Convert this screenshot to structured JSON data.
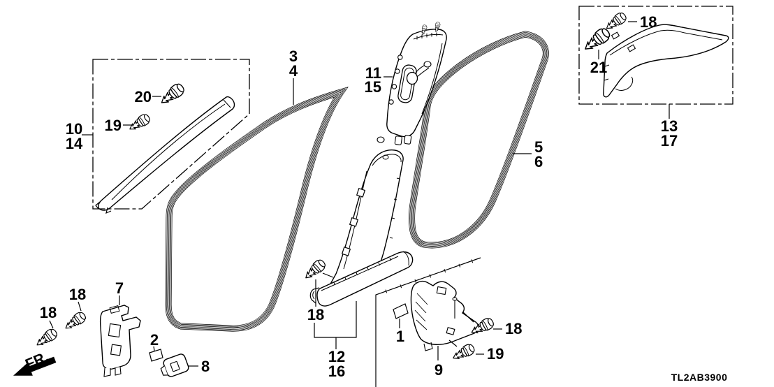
{
  "diagram": {
    "code": "TL2AB3900",
    "direction_label": "FR.",
    "colors": {
      "background": "#ffffff",
      "line": "#000000",
      "text": "#000000"
    }
  },
  "callouts": [
    {
      "id": "20",
      "text": "20"
    },
    {
      "id": "19-left",
      "text": "19"
    },
    {
      "id": "10",
      "text": "10"
    },
    {
      "id": "14",
      "text": "14"
    },
    {
      "id": "3",
      "text": "3"
    },
    {
      "id": "4",
      "text": "4"
    },
    {
      "id": "11",
      "text": "11"
    },
    {
      "id": "15",
      "text": "15"
    },
    {
      "id": "5",
      "text": "5"
    },
    {
      "id": "6",
      "text": "6"
    },
    {
      "id": "18-top-right",
      "text": "18"
    },
    {
      "id": "21",
      "text": "21"
    },
    {
      "id": "13",
      "text": "13"
    },
    {
      "id": "17",
      "text": "17"
    },
    {
      "id": "18-front-lower",
      "text": "18"
    },
    {
      "id": "18-front-upper",
      "text": "18"
    },
    {
      "id": "7",
      "text": "7"
    },
    {
      "id": "2",
      "text": "2"
    },
    {
      "id": "8",
      "text": "8"
    },
    {
      "id": "18-sill",
      "text": "18"
    },
    {
      "id": "12",
      "text": "12"
    },
    {
      "id": "16",
      "text": "16"
    },
    {
      "id": "1",
      "text": "1"
    },
    {
      "id": "9",
      "text": "9"
    },
    {
      "id": "18-kick",
      "text": "18"
    },
    {
      "id": "19-kick",
      "text": "19"
    }
  ]
}
